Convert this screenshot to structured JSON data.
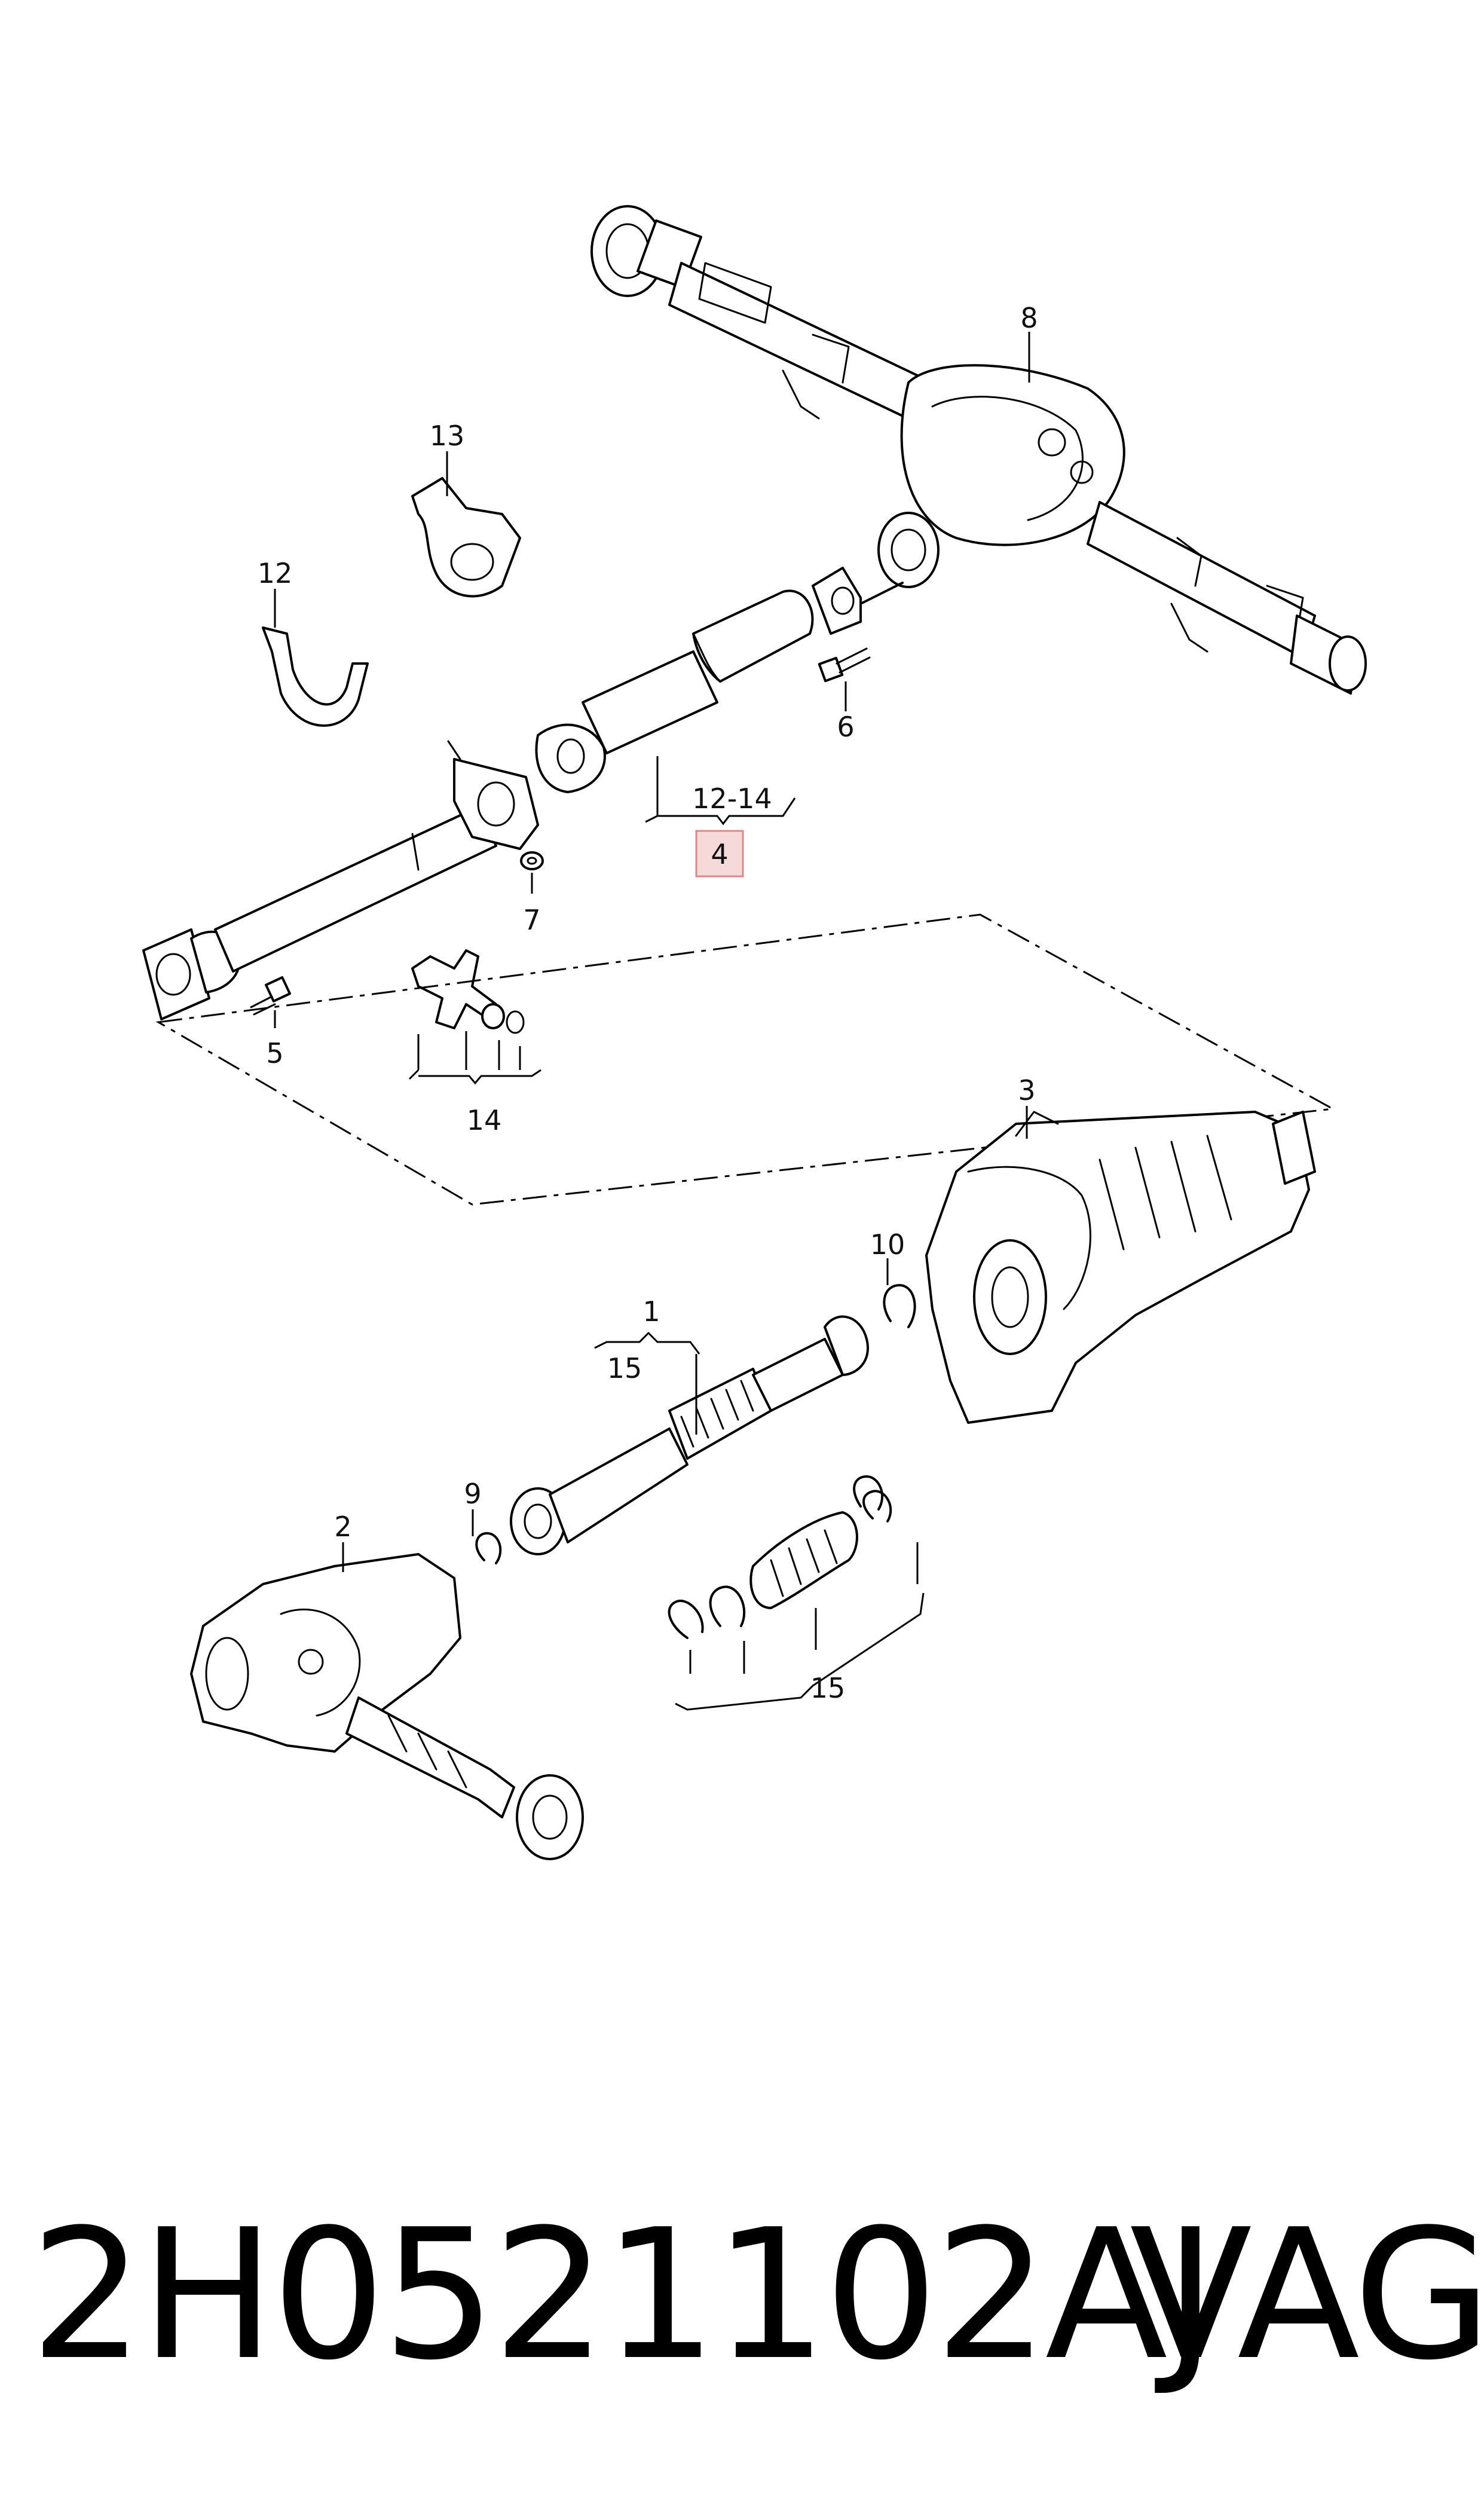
{
  "callouts": {
    "c1": "1",
    "c2": "2",
    "c3": "3",
    "c4": "4",
    "c5": "5",
    "c6": "6",
    "c7": "7",
    "c8": "8",
    "c9": "9",
    "c10": "10",
    "c12": "12",
    "c13": "13",
    "c12_14": "12-14",
    "c14": "14",
    "c15a": "15",
    "c15b": "15"
  },
  "footer": {
    "part_number": "2H0521102AJ",
    "brand": "VAG"
  },
  "colors": {
    "highlight_fill": "#f6dada",
    "highlight_stroke": "#d98a8a"
  }
}
